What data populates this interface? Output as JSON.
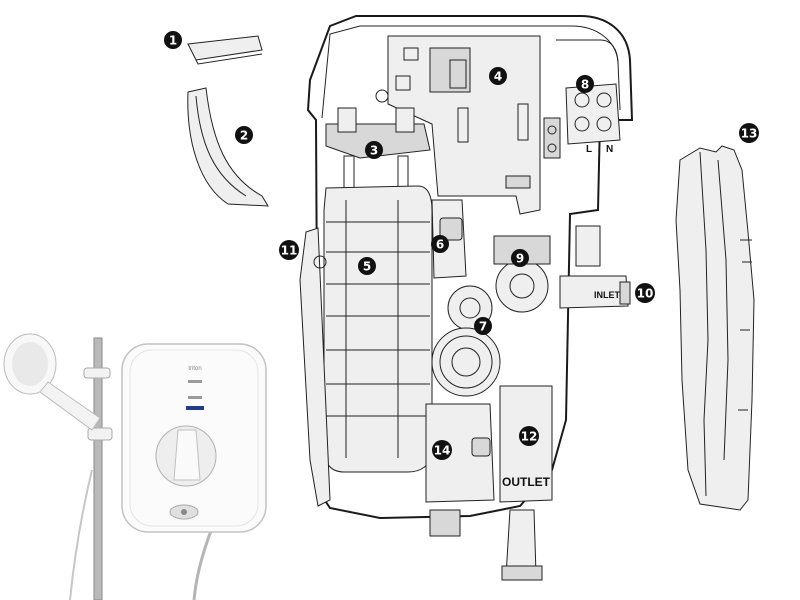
{
  "callouts": [
    {
      "id": "1",
      "label": "1"
    },
    {
      "id": "2",
      "label": "2"
    },
    {
      "id": "3",
      "label": "3"
    },
    {
      "id": "4",
      "label": "4"
    },
    {
      "id": "5",
      "label": "5"
    },
    {
      "id": "6",
      "label": "6"
    },
    {
      "id": "7",
      "label": "7"
    },
    {
      "id": "8",
      "label": "8"
    },
    {
      "id": "9",
      "label": "9"
    },
    {
      "id": "10",
      "label": "10"
    },
    {
      "id": "11",
      "label": "11"
    },
    {
      "id": "12",
      "label": "12"
    },
    {
      "id": "13",
      "label": "13"
    },
    {
      "id": "14",
      "label": "14"
    }
  ],
  "labels": {
    "inlet": "INLET",
    "outlet": "OUTLET",
    "terminal_l": "L",
    "terminal_n": "N"
  },
  "product": {
    "brand": "triton"
  },
  "colors": {
    "callout_fill": "#111111",
    "line": "#1a1a1a",
    "part_fill": "#e6e6e6",
    "panel_fill": "#ffffff",
    "accent_blue": "#1f3c8f"
  }
}
